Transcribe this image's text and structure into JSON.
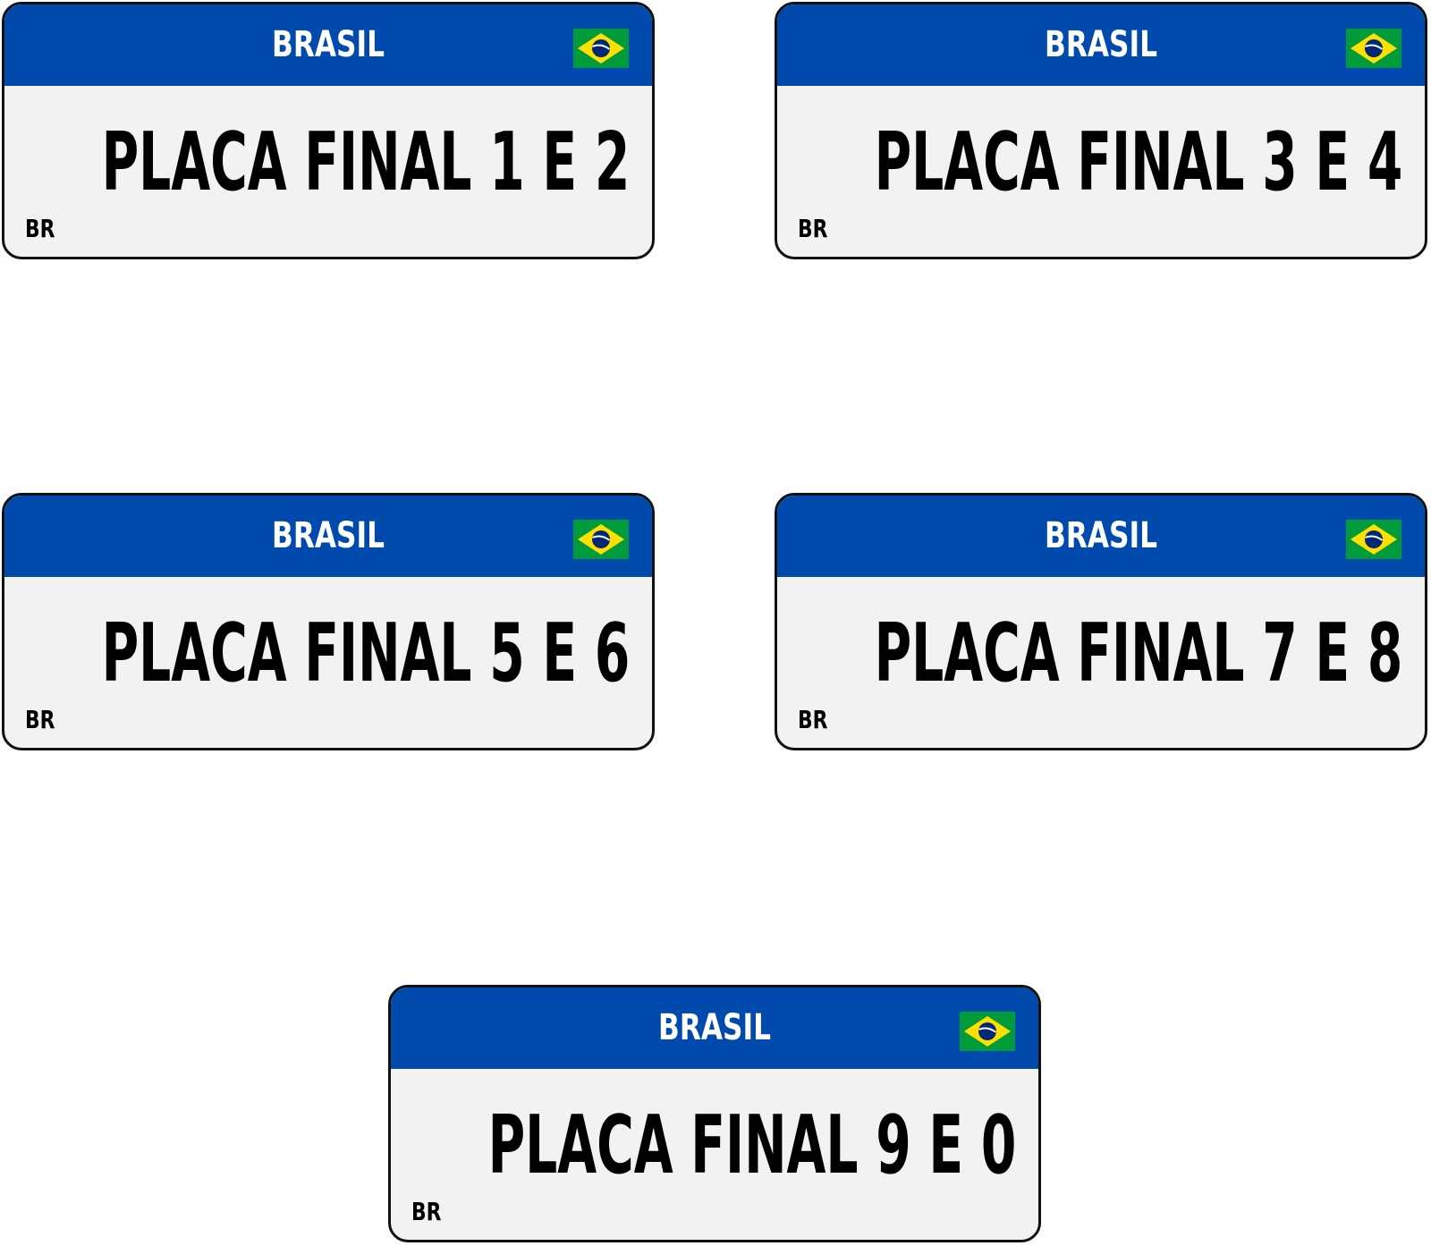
{
  "plates": [
    {
      "country": "BRASIL",
      "text": "PLACA FINAL 1 E 2",
      "code": "BR",
      "flag_icon": "brazil-flag-icon"
    },
    {
      "country": "BRASIL",
      "text": "PLACA FINAL 3 E 4",
      "code": "BR",
      "flag_icon": "brazil-flag-icon"
    },
    {
      "country": "BRASIL",
      "text": "PLACA FINAL 5 E 6",
      "code": "BR",
      "flag_icon": "brazil-flag-icon"
    },
    {
      "country": "BRASIL",
      "text": "PLACA FINAL 7 E 8",
      "code": "BR",
      "flag_icon": "brazil-flag-icon"
    },
    {
      "country": "BRASIL",
      "text": "PLACA FINAL 9 E 0",
      "code": "BR",
      "flag_icon": "brazil-flag-icon"
    }
  ],
  "colors": {
    "header_blue": "#004aad",
    "plate_background": "#f2f2f2",
    "border": "#111111",
    "flag_green": "#009c3b",
    "flag_yellow": "#ffdf00",
    "flag_blue": "#002776"
  }
}
